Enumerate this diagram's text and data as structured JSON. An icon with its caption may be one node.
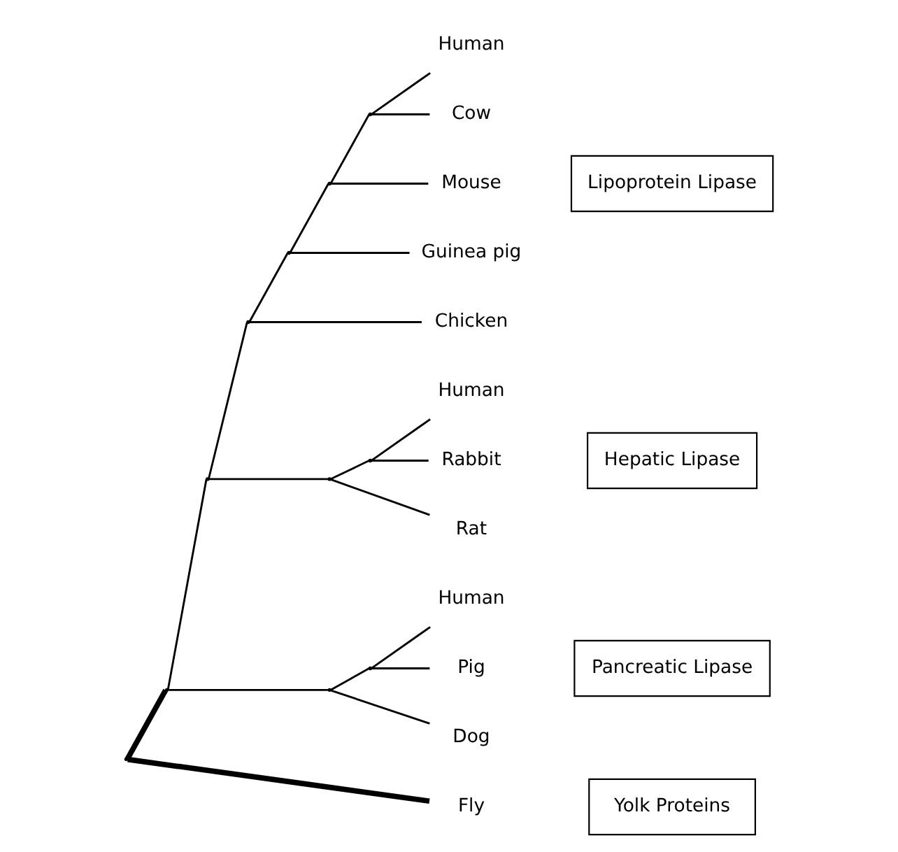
{
  "diagram": {
    "nodes": [
      {
        "text": [],
        "shape": "point"
      },
      {
        "text": [],
        "shape": "point"
      },
      {
        "text": [],
        "shape": "point"
      },
      {
        "text": [],
        "shape": "point"
      },
      {
        "text": [],
        "shape": "point"
      },
      {
        "text": [],
        "shape": "point"
      },
      {
        "text": [],
        "shape": "point"
      },
      {
        "text": [
          "Human"
        ]
      },
      {
        "text": [
          "Cow"
        ]
      },
      {
        "text": [
          "Mouse"
        ]
      },
      {
        "text": [
          "Guinea pig"
        ]
      },
      {
        "text": [
          "Chicken"
        ]
      },
      {
        "text": [],
        "shape": "point"
      },
      {
        "text": [],
        "shape": "point"
      },
      {
        "text": [
          "Human"
        ]
      },
      {
        "text": [
          "Rabbit"
        ]
      },
      {
        "text": [
          "Rat"
        ]
      },
      {
        "text": [],
        "shape": "point"
      },
      {
        "text": [],
        "shape": "point"
      },
      {
        "text": [
          "Human"
        ]
      },
      {
        "text": [
          "Pig"
        ]
      },
      {
        "text": [
          "Dog"
        ]
      },
      {
        "text": [
          "Fly"
        ]
      },
      {
        "text": [
          "Lipoprotein Lipase"
        ]
      },
      {
        "text": [
          "Hepatic Lipase"
        ]
      },
      {
        "text": [
          "Pancreatic Lipase"
        ]
      },
      {
        "text": [
          "Yolk Proteins"
        ]
      }
    ],
    "edges": [
      {
        "from": 0,
        "to": 1,
        "arrow": "none",
        "style": "thick"
      },
      {
        "from": 0,
        "to": 22,
        "arrow": "none",
        "style": "thick"
      },
      {
        "from": 1,
        "to": 2,
        "arrow": "none"
      },
      {
        "from": 1,
        "to": 17,
        "arrow": "none"
      },
      {
        "from": 2,
        "to": 3,
        "arrow": "none"
      },
      {
        "from": 2,
        "to": 12,
        "arrow": "none"
      },
      {
        "from": 3,
        "to": 4,
        "arrow": "none"
      },
      {
        "from": 3,
        "to": 11,
        "arrow": "none"
      },
      {
        "from": 4,
        "to": 5,
        "arrow": "none"
      },
      {
        "from": 4,
        "to": 10,
        "arrow": "none"
      },
      {
        "from": 5,
        "to": 6,
        "arrow": "none"
      },
      {
        "from": 5,
        "to": 9,
        "arrow": "none"
      },
      {
        "from": 6,
        "to": 7,
        "arrow": "none"
      },
      {
        "from": 6,
        "to": 8,
        "arrow": "none"
      },
      {
        "from": 12,
        "to": 13,
        "arrow": "none"
      },
      {
        "from": 12,
        "to": 16,
        "arrow": "none"
      },
      {
        "from": 13,
        "to": 14,
        "arrow": "none"
      },
      {
        "from": 13,
        "to": 15,
        "arrow": "none"
      },
      {
        "from": 17,
        "to": 18,
        "arrow": "none"
      },
      {
        "from": 17,
        "to": 21,
        "arrow": "none"
      },
      {
        "from": 18,
        "to": 19,
        "arrow": "none"
      },
      {
        "from": 18,
        "to": 20,
        "arrow": "none"
      }
    ]
  }
}
